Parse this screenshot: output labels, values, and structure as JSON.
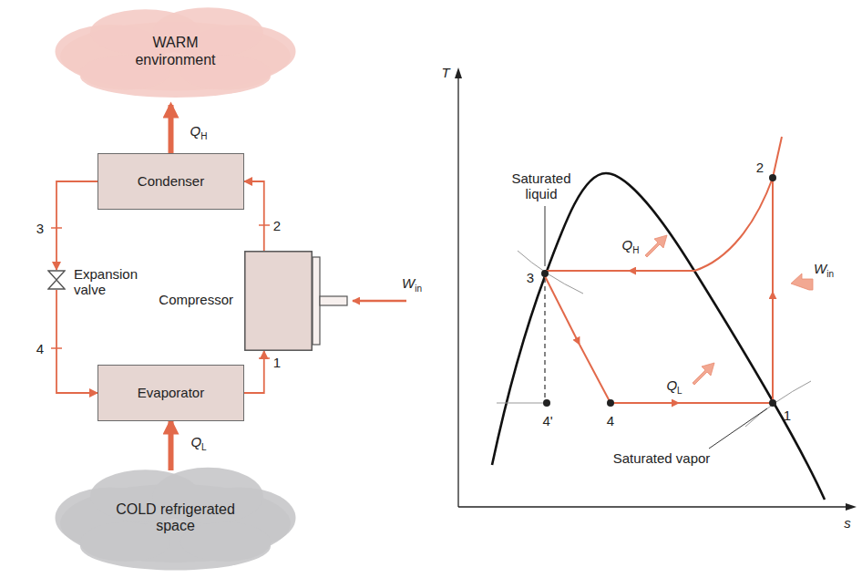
{
  "diagram": {
    "nodes": [
      {
        "text": [
          "WARM environment"
        ]
      },
      {
        "text": [
          "Condenser"
        ]
      },
      {
        "text": [
          "Expansion valve"
        ]
      },
      {
        "text": [
          "Compressor"
        ]
      },
      {
        "text": [
          "Evaporator"
        ]
      },
      {
        "text": [
          "COLD refrigerated space"
        ]
      }
    ],
    "edges": [
      {
        "from": 1,
        "to": 2,
        "arrow": "to",
        "label": "3"
      },
      {
        "from": 2,
        "to": 4,
        "arrow": "to",
        "label": "4"
      },
      {
        "from": 4,
        "to": 3,
        "arrow": "to",
        "label": "1"
      },
      {
        "from": 3,
        "to": 1,
        "arrow": "to",
        "label": "2"
      },
      {
        "from": 1,
        "to": 0,
        "arrow": "to",
        "label": "QH"
      },
      {
        "from": 5,
        "to": 4,
        "arrow": "to",
        "label": "QL"
      }
    ],
    "labels": [
      "Win",
      "T",
      "s",
      "Saturated liquid",
      "Saturated vapor",
      "QH",
      "QL",
      "Win",
      "3",
      "2",
      "1",
      "4",
      "4'"
    ]
  }
}
